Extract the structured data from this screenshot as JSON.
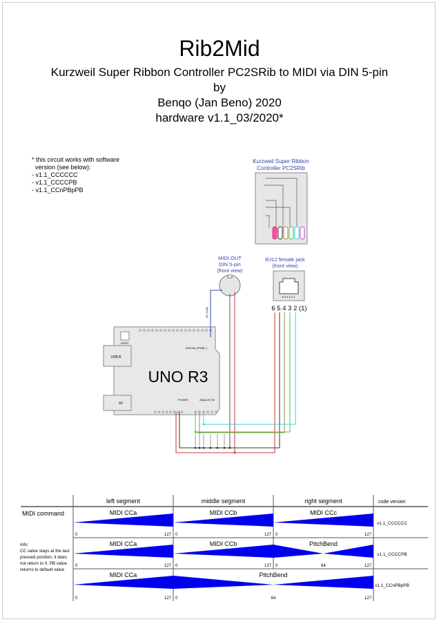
{
  "header": {
    "title": "Rib2Mid",
    "subtitle": "Kurzweil Super Ribbon Controller PC2SRib to MIDI via DIN 5-pin",
    "by": "by",
    "author": "Benqo (Jan Beno) 2020",
    "hardware": "hardware v1.1_03/2020*"
  },
  "note": {
    "line1": "* this circuit works with software",
    "line2": "  version (see below):",
    "versions": [
      "- v1.1_CCCCCC",
      "- v1.1_CCCCPB",
      "- v1.1_CCnPBpPB"
    ]
  },
  "diagram": {
    "kurzweil_label_1": "Kurzweil Super Ribbon",
    "kurzweil_label_2": "Controller PC2SRib",
    "midi_label_1": "MIDI OUT",
    "midi_label_2": "DIN 5-pin",
    "midi_label_3": "(front view)",
    "rj12_label_1": "RJ12 female jack",
    "rj12_label_2": "(front view)",
    "rj12_pins": "6 5 4 3 2 (1)",
    "rj12_small": "6 5 4 3 2 1",
    "board_name": "UNO R3",
    "usb": "USB B",
    "power_jack": "9V",
    "reset": "RESET",
    "digital": "DIGITAL (PWM~)",
    "power": "POWER",
    "analog": "ANALOG IN",
    "resistor_midi": "R1 220Ω",
    "colors": {
      "wire_blue": "#3344bb",
      "wire_red": "#cc3333",
      "wire_black": "#333333",
      "wire_olive": "#998844",
      "wire_green": "#44cc44",
      "wire_cyan": "#44ccdd",
      "fill": "#0000ee"
    }
  },
  "table": {
    "headers": [
      "left segment",
      "middle segment",
      "right segment",
      "code version"
    ],
    "row_label": "MIDI command",
    "info": [
      "Info:",
      "CC value stays at the last",
      "pressed position, it does",
      "not return to 0. PB value",
      "returns to default value"
    ],
    "rows": [
      {
        "cells": [
          {
            "label": "MIDI CCa",
            "min": "0",
            "max": "127"
          },
          {
            "label": "MIDI CCb",
            "min": "0",
            "max": "127"
          },
          {
            "label": "MIDI CCc",
            "min": "0",
            "max": "127"
          }
        ],
        "version": "v1.1_CCCCCC"
      },
      {
        "cells": [
          {
            "label": "MIDI CCa",
            "min": "0",
            "max": "127"
          },
          {
            "label": "MIDI CCb",
            "min": "0",
            "max": "127"
          },
          {
            "label": "PitchBend",
            "min": "0",
            "mid": "64",
            "max": "127"
          }
        ],
        "version": "v1.1_CCCCPB"
      },
      {
        "cells": [
          {
            "label": "MIDI CCa",
            "min": "0",
            "max": "127"
          },
          {
            "label": "PitchBend",
            "min": "0",
            "mid": "64",
            "max": "127"
          }
        ],
        "version": "v1.1_CCnPBpPB"
      }
    ]
  }
}
